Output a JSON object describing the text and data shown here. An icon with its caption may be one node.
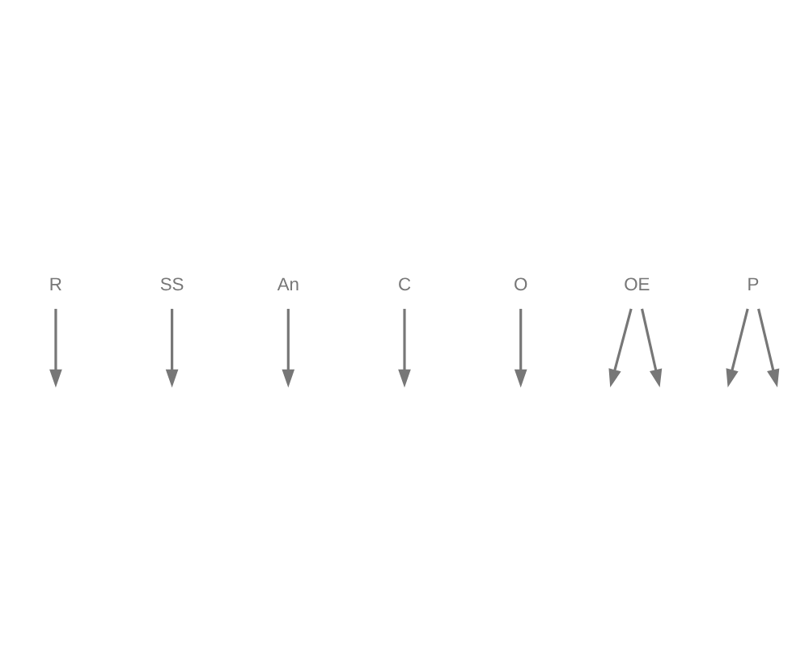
{
  "diagram": {
    "nodes": [
      {
        "text": [
          "R"
        ]
      },
      {
        "text": [
          "SS"
        ]
      },
      {
        "text": [
          "An"
        ]
      },
      {
        "text": [
          "C"
        ]
      },
      {
        "text": [
          "O"
        ]
      },
      {
        "text": [
          "OE"
        ]
      },
      {
        "text": [
          "P"
        ]
      }
    ],
    "edges": [
      {
        "from": 0,
        "to": null,
        "arrow": "to"
      },
      {
        "from": 1,
        "to": null,
        "arrow": "to"
      },
      {
        "from": 2,
        "to": null,
        "arrow": "to"
      },
      {
        "from": 3,
        "to": null,
        "arrow": "to"
      },
      {
        "from": 4,
        "to": null,
        "arrow": "to"
      },
      {
        "from": 5,
        "to": null,
        "arrow": "to"
      },
      {
        "from": 5,
        "to": null,
        "arrow": "to"
      },
      {
        "from": 6,
        "to": null,
        "arrow": "to"
      },
      {
        "from": 6,
        "to": null,
        "arrow": "to"
      }
    ]
  }
}
